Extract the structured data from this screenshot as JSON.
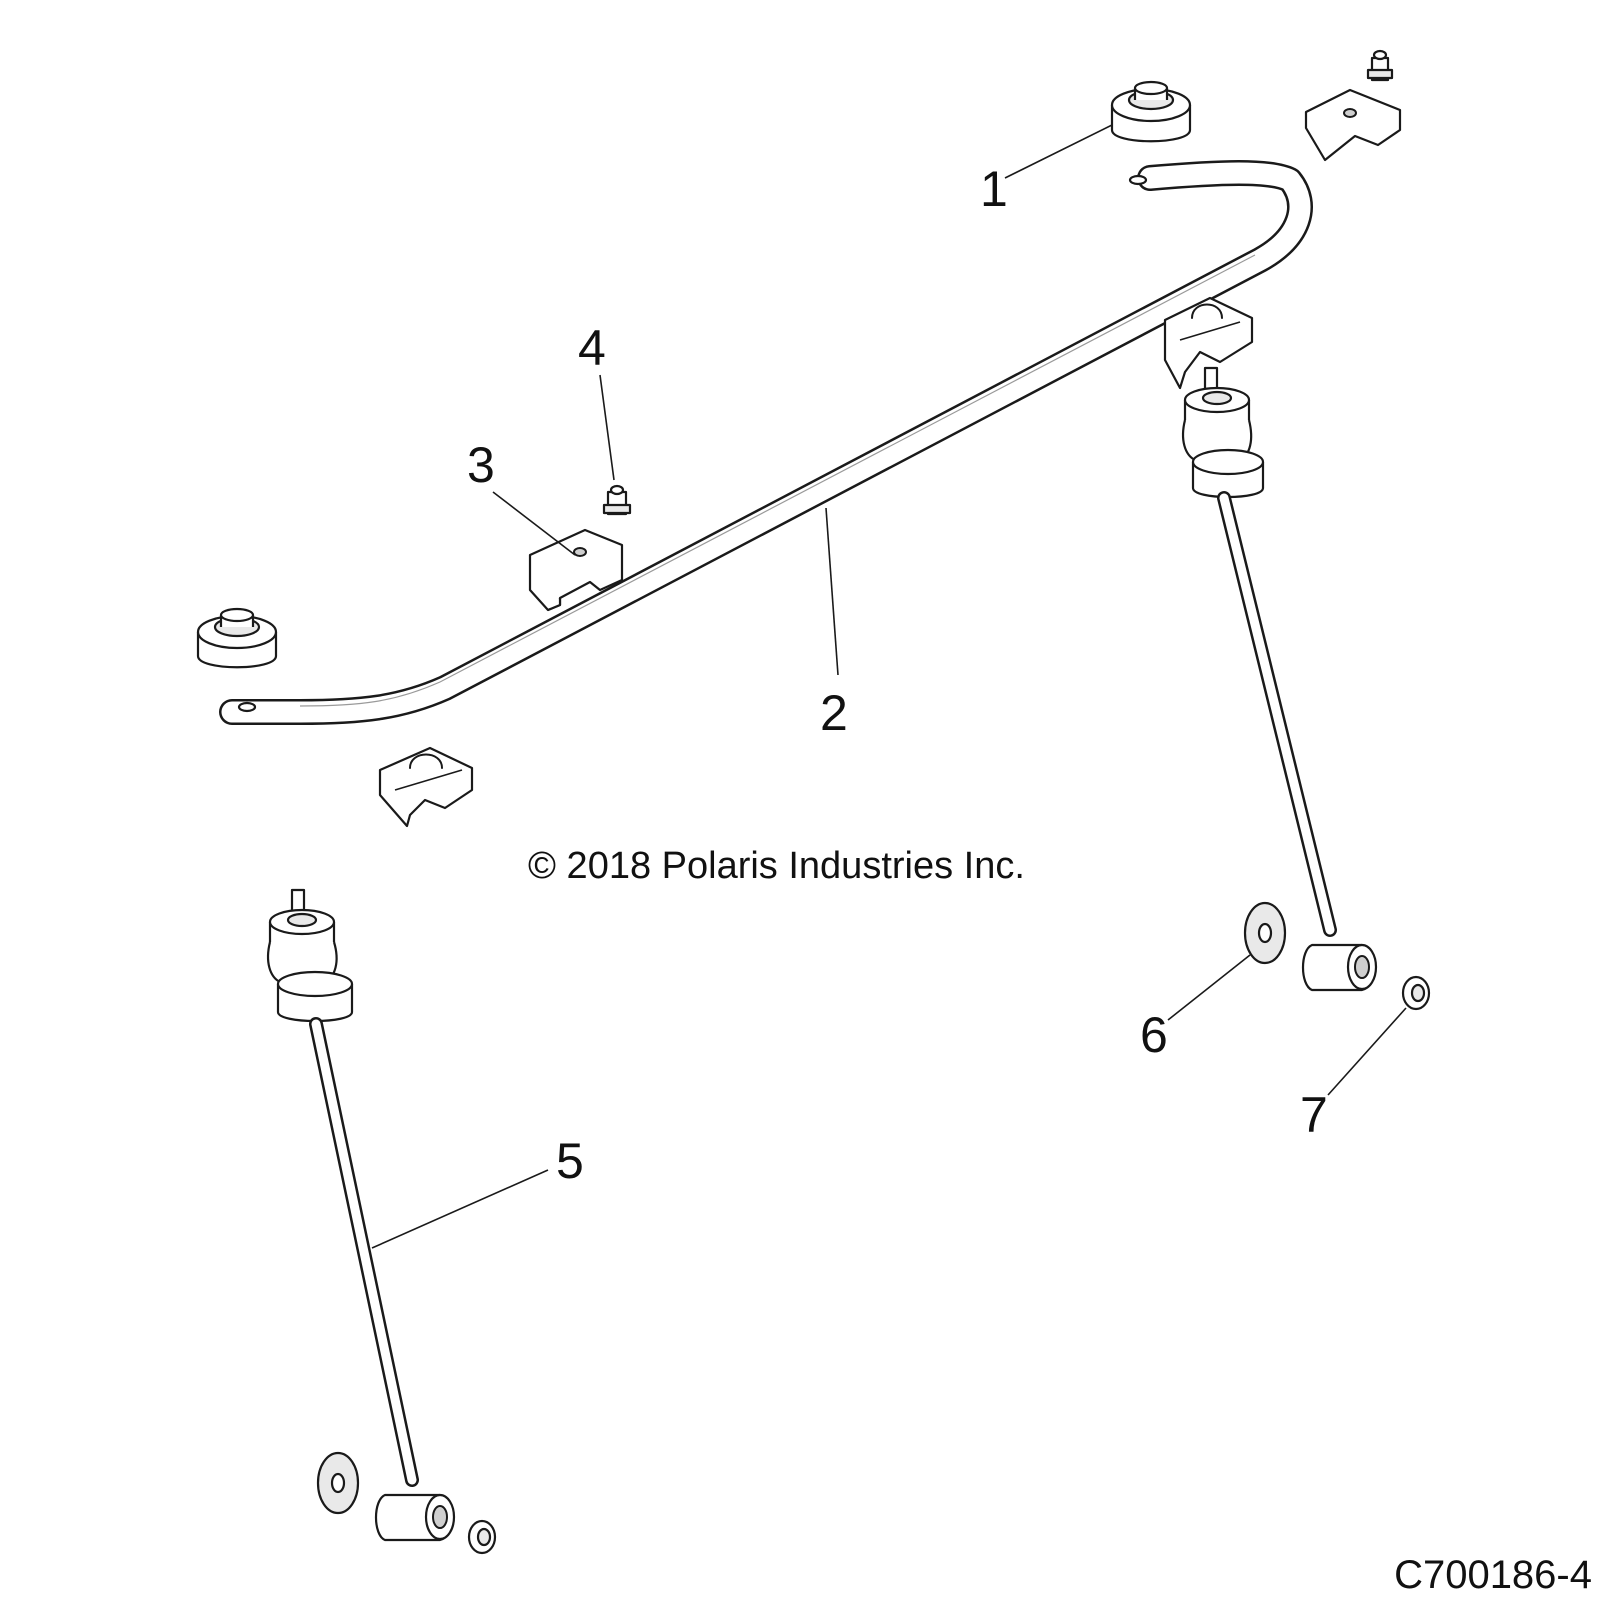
{
  "diagram": {
    "copyright": "© 2018 Polaris Industries Inc.",
    "figure_code": "C700186-4",
    "callouts": [
      {
        "id": "1",
        "label": "1",
        "part": "bushing"
      },
      {
        "id": "2",
        "label": "2",
        "part": "stabilizer-bar"
      },
      {
        "id": "3",
        "label": "3",
        "part": "bushing-bracket"
      },
      {
        "id": "4",
        "label": "4",
        "part": "grease-fitting"
      },
      {
        "id": "5",
        "label": "5",
        "part": "link-rod"
      },
      {
        "id": "6",
        "label": "6",
        "part": "washer"
      },
      {
        "id": "7",
        "label": "7",
        "part": "spacer"
      }
    ]
  }
}
